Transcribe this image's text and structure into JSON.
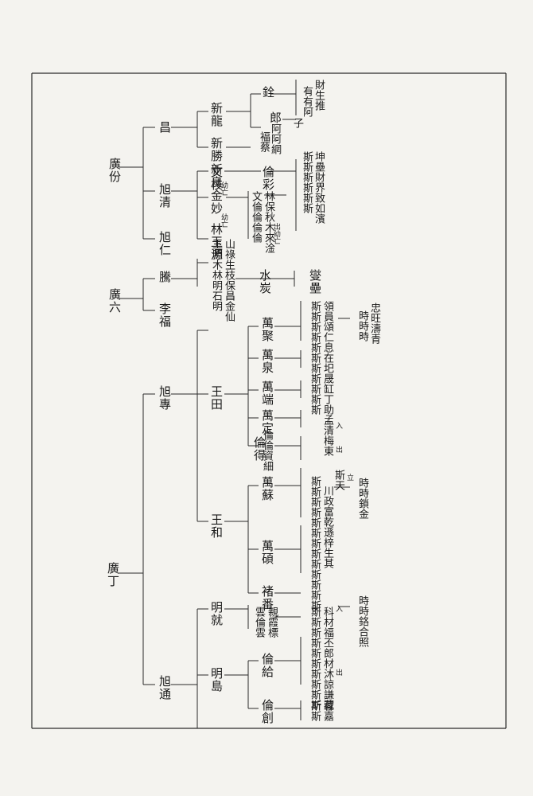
{
  "page": {
    "ink": "#1a1a1a",
    "paper": "#f4f3ef",
    "border_color": "#2a2a2a"
  },
  "names": {
    "guangfen": "廣份",
    "chang": "昌",
    "xinlong": "新龍",
    "quan": "銓",
    "wuyou": "有有阿",
    "wuzi": "子",
    "zhitui": "財生推",
    "xuqing": "旭清",
    "xuren": "旭仁",
    "wenxiao": "文枝",
    "lin": "林",
    "jinmiao": "金妙",
    "yuwang": "玉源",
    "xinsheng": "新勝",
    "xinliang": "新良",
    "lun_yan": "倫彩",
    "zhi_bu": "郎",
    "a_wang": "阿阿網",
    "jiao_cai": "褔蔡",
    "guangliu": "廣六",
    "teng": "騰",
    "lifu": "李福",
    "shui_tan": "水炭",
    "xin_xin": "燮壘",
    "wang_ming": "王明木林明石明",
    "shan_cheng": "山祿生枝保昌金仙",
    "shi_shi": "時時時",
    "zhong_wang": "忠旺濤青",
    "guangding": "廣丁",
    "xuzhuan": "旭專",
    "wang_tian": "王田",
    "wan_ju": "萬聚",
    "wan_quan": "萬泉",
    "wan_duan": "萬端",
    "wan_ding": "萬定",
    "lun_de": "倫得",
    "lun_zi": "倫倫資細",
    "si_row1": "斯斯斯斯斯斯斯斯斯斯斯",
    "si_row2": "領員頌仁息在圯晟缸丁助孟清梅東",
    "si_tian": "斯天",
    "wang_he": "王和",
    "wan_su": "萬蘇",
    "wan_shi": "萬碩",
    "si_row3": "斯斯斯斯斯斯斯斯斯斯斯斯斯",
    "si_row4": "川政富乾遜梓生其",
    "shi_yin": "時時鎖金",
    "yu_fan": "褚番",
    "xutong": "旭通",
    "ming_jiu": "明就",
    "ming_dao": "明島",
    "yun_lun": "雲倫雲",
    "qin_xia": "親霞標",
    "si_row5": "斯斯斯斯斯斯斯斯斯斯",
    "si_row6": "科材福丕郎材沐諒謙藏",
    "lun_hui": "倫給",
    "lun_chuang": "倫創",
    "si_row7": "斯斯",
    "si_row8": "蓉嘉",
    "shi_zhao": "時時鉻合照",
    "si_row9": "斯斯斯斯斯斯",
    "si_row10": "坤壘財界致如濱",
    "lun_row": "文倫倫倫倫",
    "lun_row2": "林保秋木來淦",
    "you_wang": "幼亡",
    "chu_wang": "出幼亡",
    "chu": "出",
    "ru": "入",
    "li": "立"
  }
}
